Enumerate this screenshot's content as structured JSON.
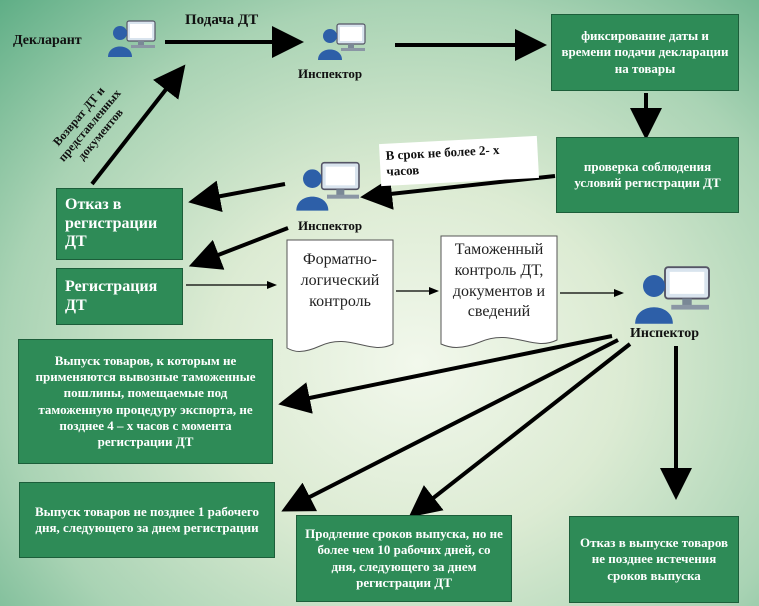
{
  "diagram": {
    "labels": {
      "declarant": "Декларант",
      "submission": "Подача ДТ",
      "inspector_top": "Инспектор",
      "inspector_mid": "Инспектор",
      "inspector_right": "Инспектор",
      "return_docs": "Возврат ДТ и представленных документов"
    },
    "note_time": "В срок не более 2- х часов",
    "boxes": {
      "fix_date": "фиксирование даты и времени подачи декларации на товары",
      "check_conditions": "проверка соблюдения условий регистрации ДТ",
      "refusal_registration": "Отказ в регистрации ДТ",
      "registration": "Регистрация ДТ",
      "release_4h": "Выпуск товаров, к которым не применяются вывозные таможенные пошлины, помещаемые под таможенную процедуру экспорта, не позднее 4 – х часов с момента регистрации ДТ",
      "release_1day": "Выпуск товаров не позднее 1 рабочего дня, следующего за днем регистрации",
      "extension": "Продление сроков выпуска, но не более чем 10 рабочих дней, со дня, следующего за днем регистрации ДТ",
      "refusal_release": "Отказ в выпуске товаров не позднее истечения сроков выпуска"
    },
    "docs": {
      "format_control": "Форматно-логический контроль",
      "customs_control": "Таможенный контроль ДТ, документов и сведений"
    },
    "icons": [
      "person-computer-icon"
    ],
    "colors": {
      "box_fill": "#2e8b57",
      "box_text": "#ffffff",
      "arrow": "#000000"
    }
  }
}
